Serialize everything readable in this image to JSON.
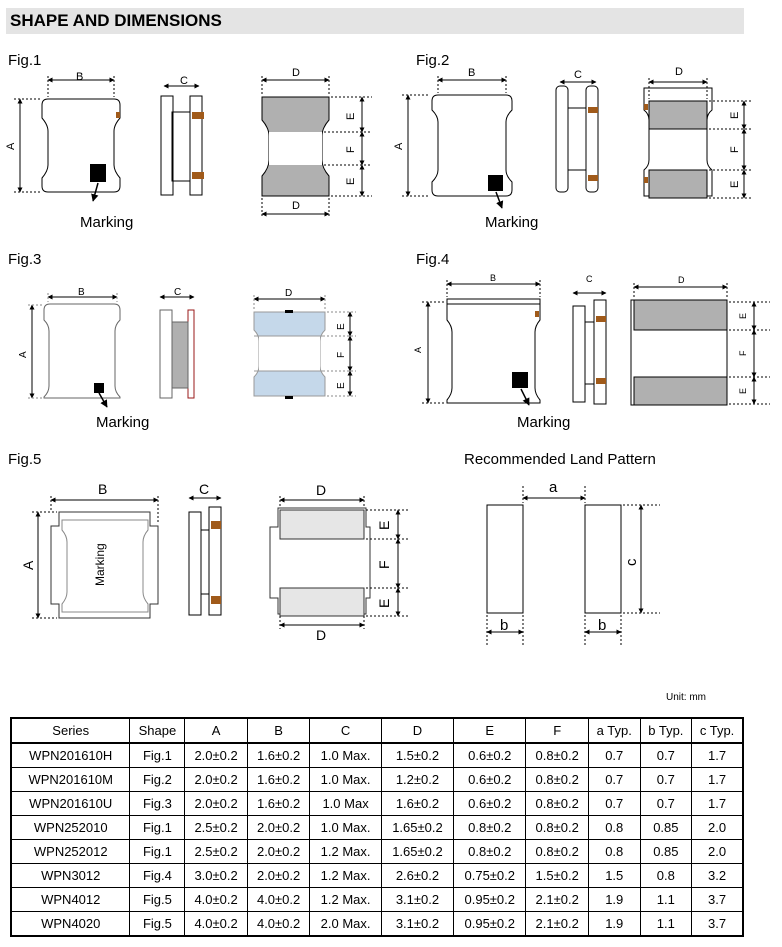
{
  "header": {
    "title": "SHAPE AND DIMENSIONS"
  },
  "figures": {
    "fig1": {
      "label": "Fig.1",
      "marking": "Marking"
    },
    "fig2": {
      "label": "Fig.2",
      "marking": "Marking"
    },
    "fig3": {
      "label": "Fig.3",
      "marking": "Marking"
    },
    "fig4": {
      "label": "Fig.4",
      "marking": "Marking"
    },
    "fig5": {
      "label": "Fig.5",
      "marking": "Marking"
    },
    "land": {
      "label": "Recommended Land Pattern"
    }
  },
  "dim_letters": {
    "A": "A",
    "B": "B",
    "C": "C",
    "D": "D",
    "E": "E",
    "F": "F",
    "a": "a",
    "b": "b",
    "c": "c"
  },
  "colors": {
    "body_gray": "#b0b0b0",
    "light_blue": "#c5d8ea",
    "terminal_brown": "#a05a1a",
    "header_bg": "#e4e4e4"
  },
  "unit": "Unit: mm",
  "table": {
    "headers": [
      "Series",
      "Shape",
      "A",
      "B",
      "C",
      "D",
      "E",
      "F",
      "a Typ.",
      "b Typ.",
      "c Typ."
    ],
    "rows": [
      [
        "WPN201610H",
        "Fig.1",
        "2.0±0.2",
        "1.6±0.2",
        "1.0 Max.",
        "1.5±0.2",
        "0.6±0.2",
        "0.8±0.2",
        "0.7",
        "0.7",
        "1.7"
      ],
      [
        "WPN201610M",
        "Fig.2",
        "2.0±0.2",
        "1.6±0.2",
        "1.0 Max.",
        "1.2±0.2",
        "0.6±0.2",
        "0.8±0.2",
        "0.7",
        "0.7",
        "1.7"
      ],
      [
        "WPN201610U",
        "Fig.3",
        "2.0±0.2",
        "1.6±0.2",
        "1.0 Max",
        "1.6±0.2",
        "0.6±0.2",
        "0.8±0.2",
        "0.7",
        "0.7",
        "1.7"
      ],
      [
        "WPN252010",
        "Fig.1",
        "2.5±0.2",
        "2.0±0.2",
        "1.0 Max.",
        "1.65±0.2",
        "0.8±0.2",
        "0.8±0.2",
        "0.8",
        "0.85",
        "2.0"
      ],
      [
        "WPN252012",
        "Fig.1",
        "2.5±0.2",
        "2.0±0.2",
        "1.2 Max.",
        "1.65±0.2",
        "0.8±0.2",
        "0.8±0.2",
        "0.8",
        "0.85",
        "2.0"
      ],
      [
        "WPN3012",
        "Fig.4",
        "3.0±0.2",
        "2.0±0.2",
        "1.2 Max.",
        "2.6±0.2",
        "0.75±0.2",
        "1.5±0.2",
        "1.5",
        "0.8",
        "3.2"
      ],
      [
        "WPN4012",
        "Fig.5",
        "4.0±0.2",
        "4.0±0.2",
        "1.2 Max.",
        "3.1±0.2",
        "0.95±0.2",
        "2.1±0.2",
        "1.9",
        "1.1",
        "3.7"
      ],
      [
        "WPN4020",
        "Fig.5",
        "4.0±0.2",
        "4.0±0.2",
        "2.0 Max.",
        "3.1±0.2",
        "0.95±0.2",
        "2.1±0.2",
        "1.9",
        "1.1",
        "3.7"
      ]
    ]
  }
}
